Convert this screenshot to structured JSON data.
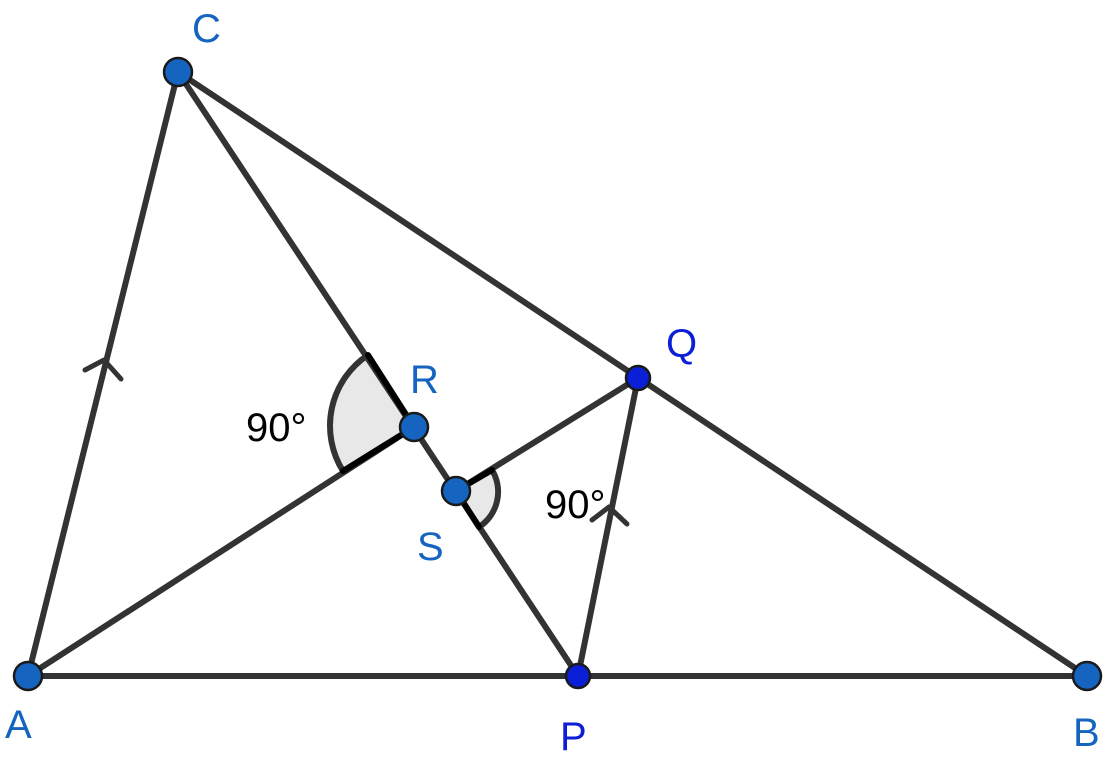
{
  "colors": {
    "line": "#333333",
    "point_blue": "#1565c0",
    "point_navy": "#0a1fd6",
    "angle_fill": "#e8e8e8",
    "angle_text": "#000000"
  },
  "points": {
    "A": "A",
    "B": "B",
    "C": "C",
    "P": "P",
    "Q": "Q",
    "R": "R",
    "S": "S"
  },
  "angles": {
    "at_R": "90°",
    "at_S": "90°"
  },
  "segments": [
    "AB",
    "AC",
    "BC",
    "CP",
    "AR",
    "PQ",
    "QS"
  ],
  "parallel_marks": [
    "AC",
    "PQ"
  ]
}
